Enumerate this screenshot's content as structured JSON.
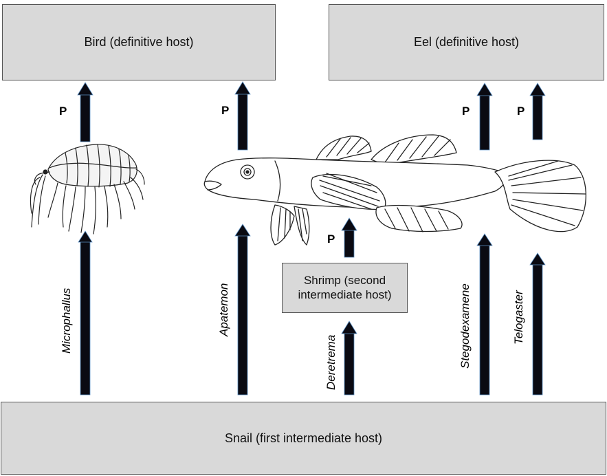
{
  "boxes": {
    "bird": "Bird (definitive host)",
    "eel": "Eel (definitive host)",
    "snail": "Snail (first intermediate host)",
    "shrimp": "Shrimp (second intermediate host)"
  },
  "genera": {
    "microphallus": "Microphallus",
    "apatemon": "Apatemon",
    "deretrema": "Deretrema",
    "stegodexamene": "Stegodexamene",
    "telogaster": "Telogaster"
  },
  "predation_label": "P",
  "colors": {
    "box_fill": "#d9d9d9",
    "arrow_fill": "#0a0a12",
    "arrow_edge": "#5a8fc4"
  },
  "images": {
    "amphipod": "amphipod-illustration",
    "fish": "fish-illustration"
  }
}
